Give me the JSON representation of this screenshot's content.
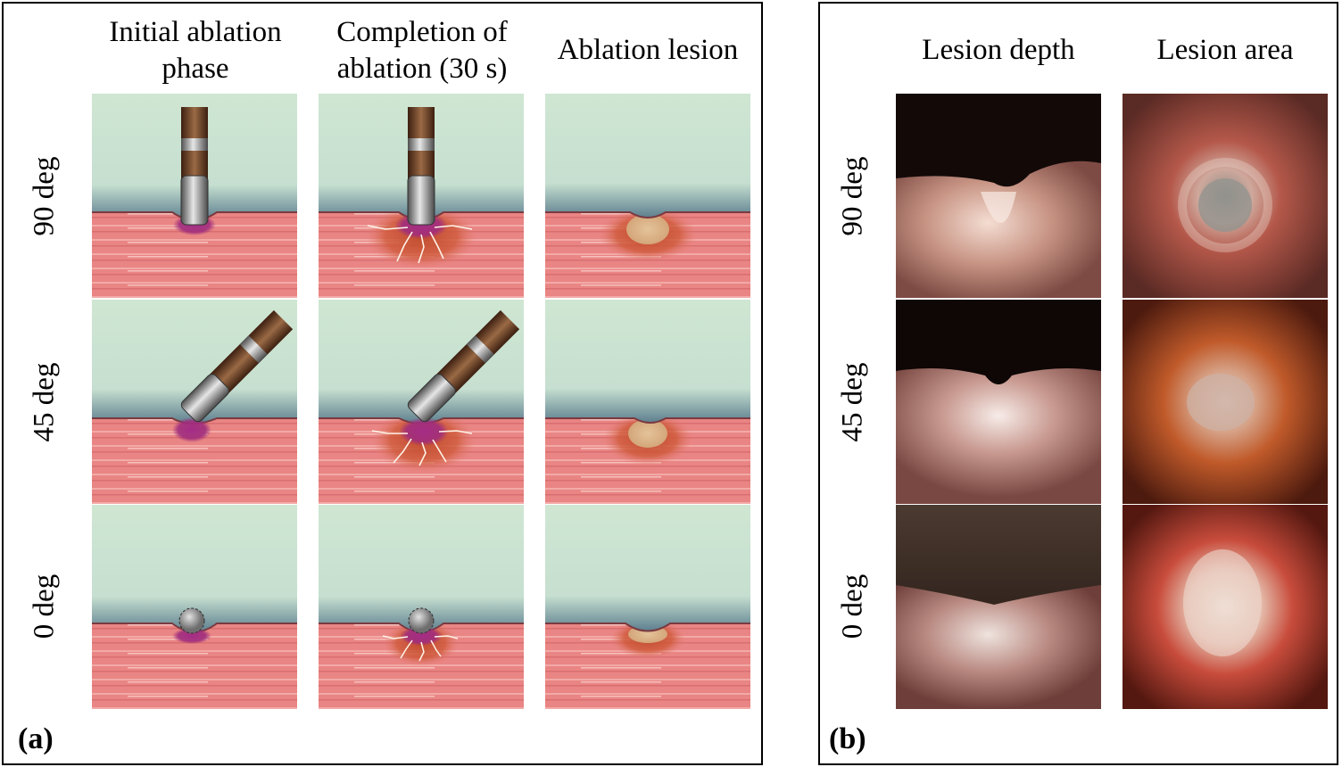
{
  "panel_a": {
    "label": "(a)",
    "columns": [
      "Initial ablation\nphase",
      "Completion of\nablation (30 s)",
      "Ablation lesion"
    ],
    "rows": [
      "90 deg",
      "45 deg",
      "0 deg"
    ]
  },
  "panel_b": {
    "label": "(b)",
    "columns": [
      "Lesion depth",
      "Lesion area"
    ],
    "rows": [
      "90 deg",
      "45 deg",
      "0 deg"
    ]
  },
  "colors": {
    "saline": "#cfe6d2",
    "tissue": "#e98584",
    "surface": "#4f6f80",
    "lesion_core": "#d9b98f",
    "lesion_halo": "#c9532f",
    "ablation_zone": "#9b2a7f",
    "electrode_tip": "#a0a0a0",
    "catheter_shaft": "#6b3e22"
  }
}
